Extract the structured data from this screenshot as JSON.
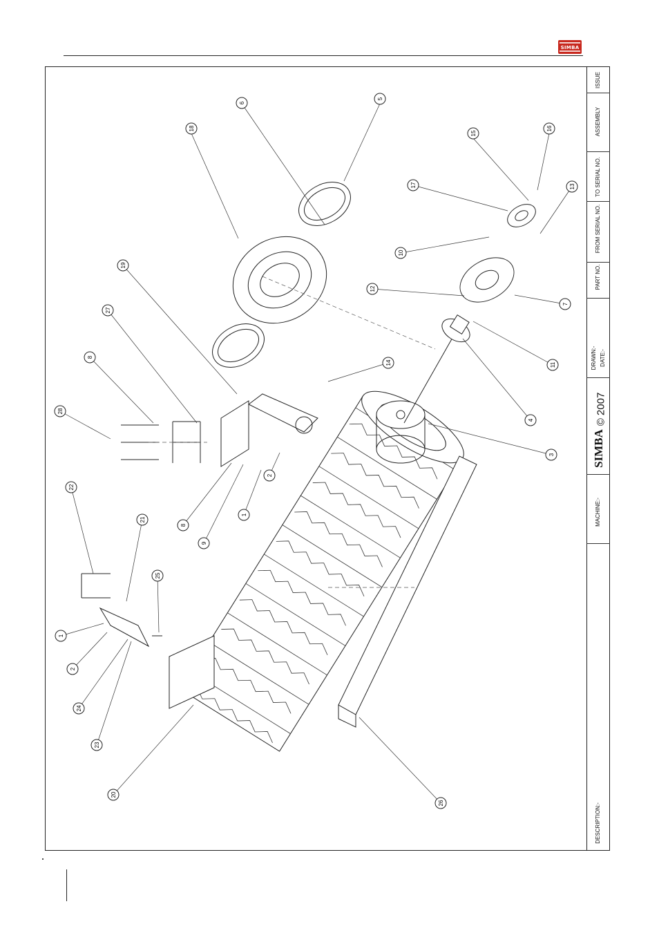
{
  "logo": {
    "text": "SIMBA"
  },
  "title_block": {
    "issue": "ISSUE",
    "assembly": "ASSEMBLY",
    "to_serial": "TO SERIAL NO.",
    "from_serial": "FROM SERIAL NO.",
    "part_no": "PART NO.",
    "drawn": "DRAWN:-",
    "date": "DATE:-",
    "brand": "SIMBA",
    "copyright": "© 2007",
    "machine": "MACHINE:-",
    "description": "DESCRIPTION:-"
  },
  "callouts": [
    {
      "id": "c5",
      "label": "5"
    },
    {
      "id": "c6",
      "label": "6"
    },
    {
      "id": "c18",
      "label": "18"
    },
    {
      "id": "c15",
      "label": "15"
    },
    {
      "id": "c16",
      "label": "16"
    },
    {
      "id": "c17",
      "label": "17"
    },
    {
      "id": "c13",
      "label": "13"
    },
    {
      "id": "c10",
      "label": "10"
    },
    {
      "id": "c12",
      "label": "12"
    },
    {
      "id": "c7",
      "label": "7"
    },
    {
      "id": "c19",
      "label": "19"
    },
    {
      "id": "c27",
      "label": "27"
    },
    {
      "id": "c11",
      "label": "11"
    },
    {
      "id": "c8a",
      "label": "8"
    },
    {
      "id": "c14",
      "label": "14"
    },
    {
      "id": "c28",
      "label": "28"
    },
    {
      "id": "c4",
      "label": "4"
    },
    {
      "id": "c3",
      "label": "3"
    },
    {
      "id": "c2a",
      "label": "2"
    },
    {
      "id": "c22",
      "label": "22"
    },
    {
      "id": "c1a",
      "label": "1"
    },
    {
      "id": "c21",
      "label": "21"
    },
    {
      "id": "c8b",
      "label": "8"
    },
    {
      "id": "c9",
      "label": "9"
    },
    {
      "id": "c25",
      "label": "25"
    },
    {
      "id": "c1b",
      "label": "1"
    },
    {
      "id": "c2b",
      "label": "2"
    },
    {
      "id": "c24",
      "label": "24"
    },
    {
      "id": "c23",
      "label": "23"
    },
    {
      "id": "c20",
      "label": "20"
    },
    {
      "id": "c26",
      "label": "26"
    }
  ]
}
